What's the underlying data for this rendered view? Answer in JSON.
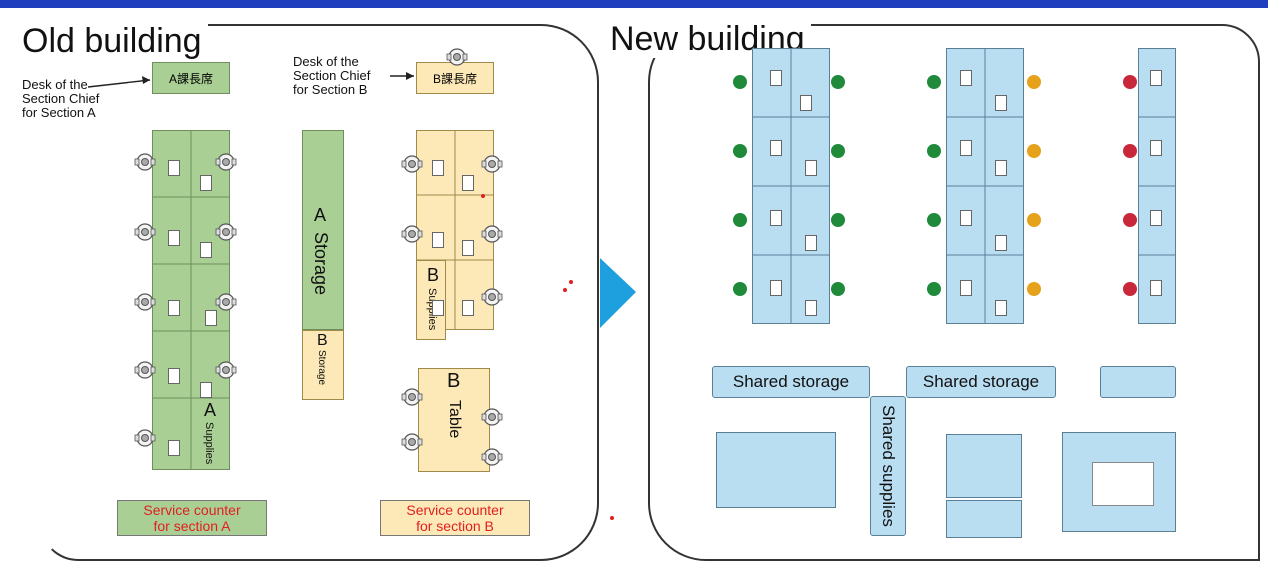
{
  "old_building": {
    "title": "Old building",
    "callout_a": [
      "Desk of the",
      "Section Chief",
      "for Section A"
    ],
    "callout_b": [
      "Desk of the",
      "Section Chief",
      "for Section B"
    ],
    "chief_desk_a": "A課長席",
    "chief_desk_b": "B課長席",
    "storage_label_letter": "A",
    "storage_label_word": "Storage",
    "storage_b_letter": "B",
    "storage_b_word": "Storage",
    "supplies_a_letter": "A",
    "supplies_a_word": "Supplies",
    "supplies_b_letter": "B",
    "supplies_b_word": "Supplies",
    "table_letter": "B",
    "table_word": "Table",
    "counter_a": [
      "Service counter",
      "for section A"
    ],
    "counter_b": [
      "Service counter",
      "for section B"
    ]
  },
  "new_building": {
    "title": "New building",
    "shared_storage_1": "Shared storage",
    "shared_storage_2": "Shared storage",
    "shared_supplies": "Shared supplies"
  },
  "colors": {
    "section_a": "#a9cf95",
    "section_b": "#fde9b7",
    "new_desks": "#b9def2",
    "arrow": "#1ea0de",
    "counter_text": "#e02020",
    "accent_green": "#1e8a3a",
    "accent_orange": "#e6a21a",
    "accent_red": "#c8283a"
  },
  "icons": [
    "person-at-desk-icon",
    "right-arrow-icon"
  ]
}
